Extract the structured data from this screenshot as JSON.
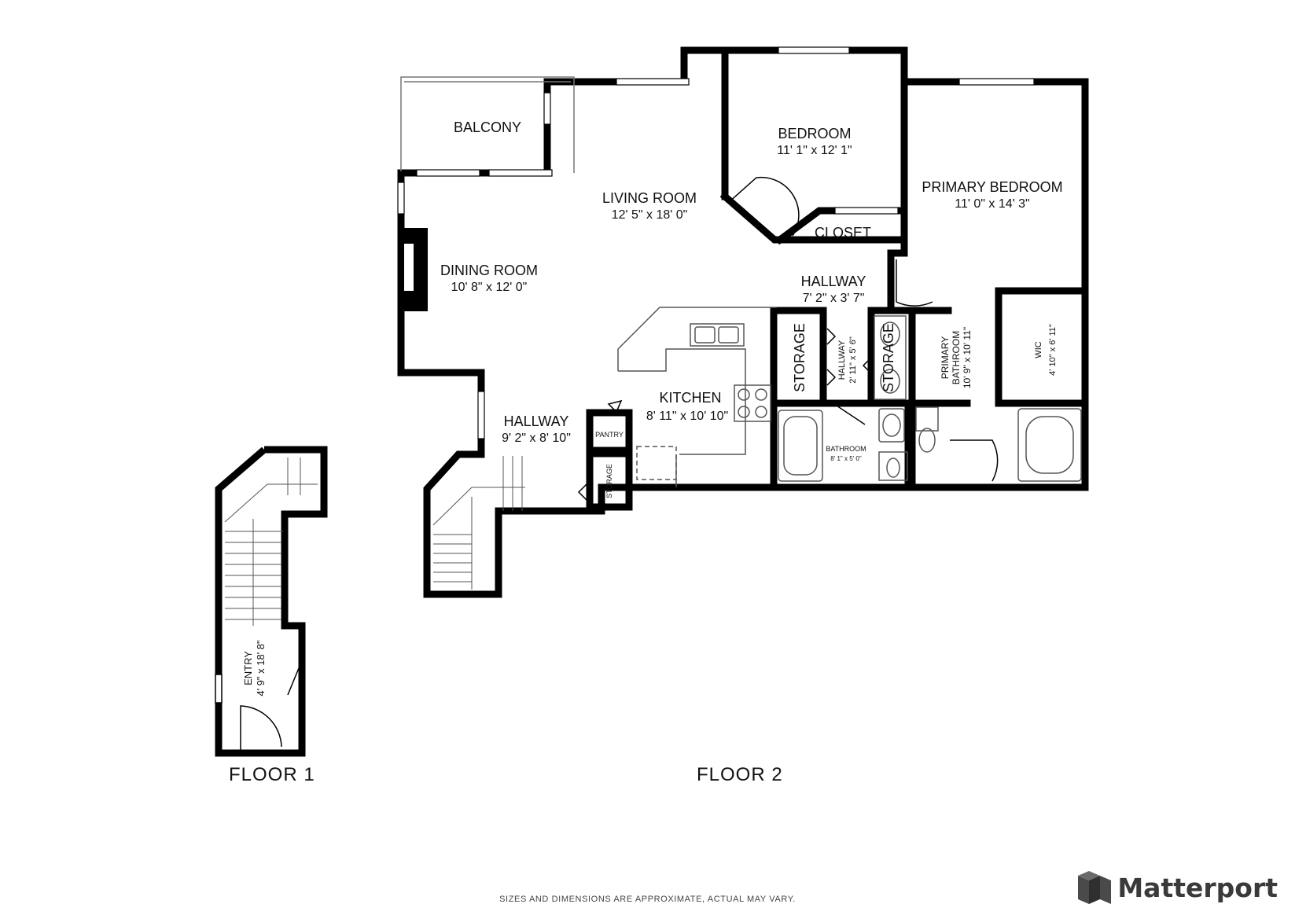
{
  "rooms": {
    "balcony": {
      "name": "BALCONY"
    },
    "living_room": {
      "name": "LIVING ROOM",
      "size": "12' 5\" x 18' 0\""
    },
    "bedroom": {
      "name": "BEDROOM",
      "size": "11' 1\" x 12' 1\""
    },
    "primary_bedroom": {
      "name": "PRIMARY BEDROOM",
      "size": "11' 0\" x 14' 3\""
    },
    "closet": {
      "name": "CLOSET"
    },
    "dining_room": {
      "name": "DINING ROOM",
      "size": "10' 8\" x 12' 0\""
    },
    "hallway_upper": {
      "name": "HALLWAY",
      "size": "7' 2\" x 3' 7\""
    },
    "storage_left": {
      "name": "STORAGE"
    },
    "hallway_small": {
      "name": "HALLWAY",
      "size": "2' 11\" x 5' 6\""
    },
    "storage_right": {
      "name": "STORAGE"
    },
    "primary_bathroom": {
      "name": "PRIMARY BATHROOM",
      "line1": "PRIMARY",
      "line2": "BATHROOM",
      "size": "10' 9\" x 10' 11\""
    },
    "wic": {
      "name": "WIC",
      "size": "4' 10\" x 6' 11\""
    },
    "kitchen": {
      "name": "KITCHEN",
      "size": "8' 11\" x 10' 10\""
    },
    "hallway_lower": {
      "name": "HALLWAY",
      "size": "9' 2\" x 8' 10\""
    },
    "pantry": {
      "name": "PANTRY"
    },
    "storage_small": {
      "name": "STORAGE"
    },
    "bathroom": {
      "name": "BATHROOM",
      "size": "8' 1\" x 5' 0\""
    },
    "entry": {
      "name": "ENTRY",
      "size": "4' 9\" x 18' 8\""
    }
  },
  "floors": {
    "floor1": "FLOOR 1",
    "floor2": "FLOOR 2"
  },
  "footer": {
    "disclaimer": "SIZES AND DIMENSIONS ARE APPROXIMATE, ACTUAL MAY VARY.",
    "brand": "Matterport"
  },
  "icons": {
    "brand_logo": "matterport-logo-icon"
  },
  "colors": {
    "wall": "#000000",
    "fixture": "#555555",
    "background": "#ffffff",
    "brand_text": "#3a3a3a"
  }
}
